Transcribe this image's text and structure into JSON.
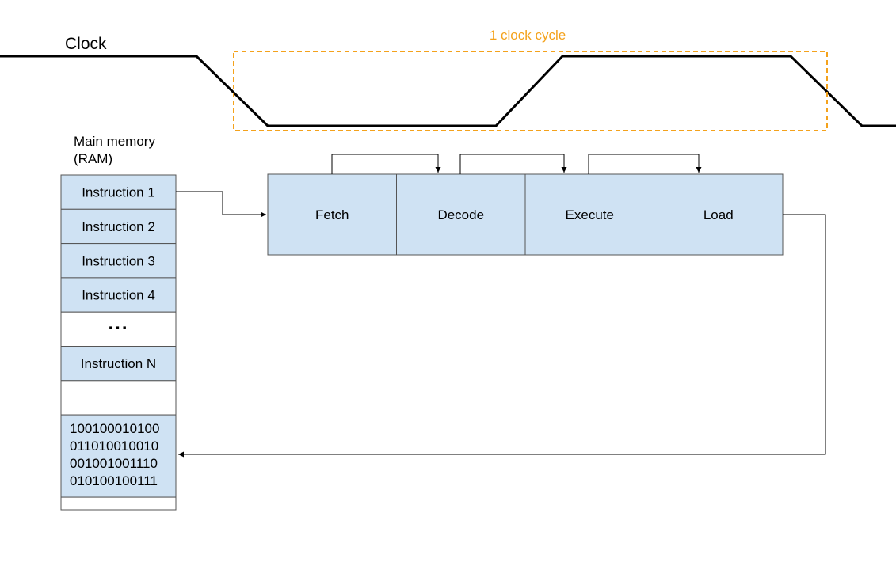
{
  "clock": {
    "label": "Clock",
    "cycle_label": "1 clock cycle",
    "cycle_color": "#F4A21C",
    "line_color": "#000000"
  },
  "memory": {
    "title_line1": "Main memory",
    "title_line2": "(RAM)",
    "fill_color": "#CFE2F3",
    "cells": [
      {
        "text": "Instruction 1",
        "filled": true
      },
      {
        "text": "Instruction 2",
        "filled": true
      },
      {
        "text": "Instruction 3",
        "filled": true
      },
      {
        "text": "Instruction 4",
        "filled": true
      },
      {
        "text": "...",
        "filled": false
      },
      {
        "text": "Instruction N",
        "filled": true
      },
      {
        "text": "",
        "filled": false
      }
    ],
    "data_lines": [
      "100100010100",
      "011010010010",
      "001001001110",
      "010100100111"
    ]
  },
  "pipeline": {
    "fill_color": "#CFE2F3",
    "stages": [
      "Fetch",
      "Decode",
      "Execute",
      "Load"
    ]
  }
}
